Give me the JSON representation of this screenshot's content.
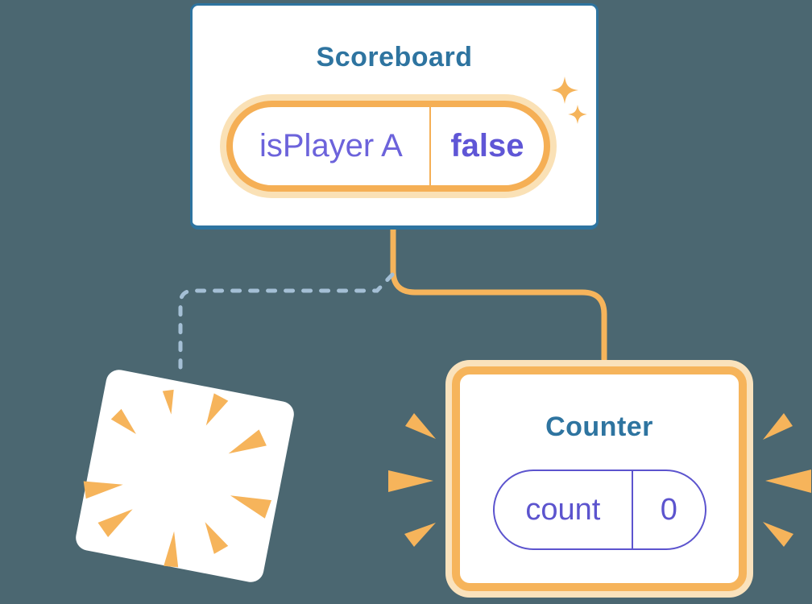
{
  "background_color": "#4B6771",
  "palette": {
    "card_background": "#FFFFFF",
    "component_border_blue": "#2E74A0",
    "title_text_blue": "#2E74A0",
    "highlight_orange": "#F6B45B",
    "highlight_orange_glow": "#FAE1B6",
    "state_text_purple": "#6C63DB",
    "state_text_purple_bold": "#5F56D6",
    "pill_border_purple": "#5C54CE",
    "dashed_connector_blue": "#A4BFD5"
  },
  "scoreboard": {
    "title": "Scoreboard",
    "state_key": "isPlayer A",
    "state_value": "false"
  },
  "counter": {
    "title": "Counter",
    "state_key": "count",
    "state_value": "0"
  },
  "icons": {
    "sparkles": "sparkle-icon",
    "explosion": "explosion-burst-icon",
    "emphasis_marks": "emphasis-marks-icon"
  }
}
